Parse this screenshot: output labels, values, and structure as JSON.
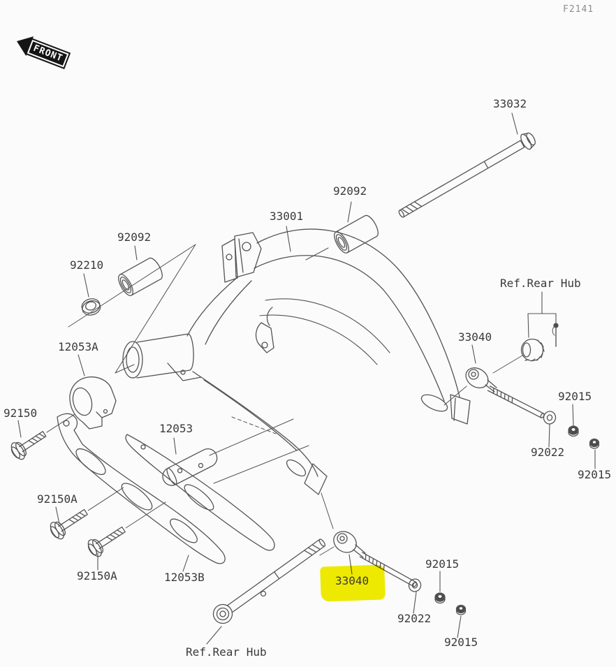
{
  "diagram": {
    "code": "F2141",
    "front_marker": "FRONT",
    "highlight_color": "#f1ed00",
    "line_color": "#545454",
    "background": "#fbfbfb"
  },
  "labels": {
    "p33032": "33032",
    "p92092_right": "92092",
    "p33001": "33001",
    "p92092_left": "92092",
    "p92210": "92210",
    "ref_rear_hub_top": "Ref.Rear Hub",
    "p33040_right": "33040",
    "p92015_r1": "92015",
    "p12053a": "12053A",
    "p92150": "92150",
    "p92022_right": "92022",
    "p92015_r2": "92015",
    "p12053": "12053",
    "p92150a_1": "92150A",
    "p92150a_2": "92150A",
    "p12053b": "12053B",
    "p33040_bottom": "33040",
    "p92015_b1": "92015",
    "p92022_bottom": "92022",
    "p92015_b2": "92015",
    "ref_rear_hub_bottom": "Ref.Rear Hub"
  }
}
